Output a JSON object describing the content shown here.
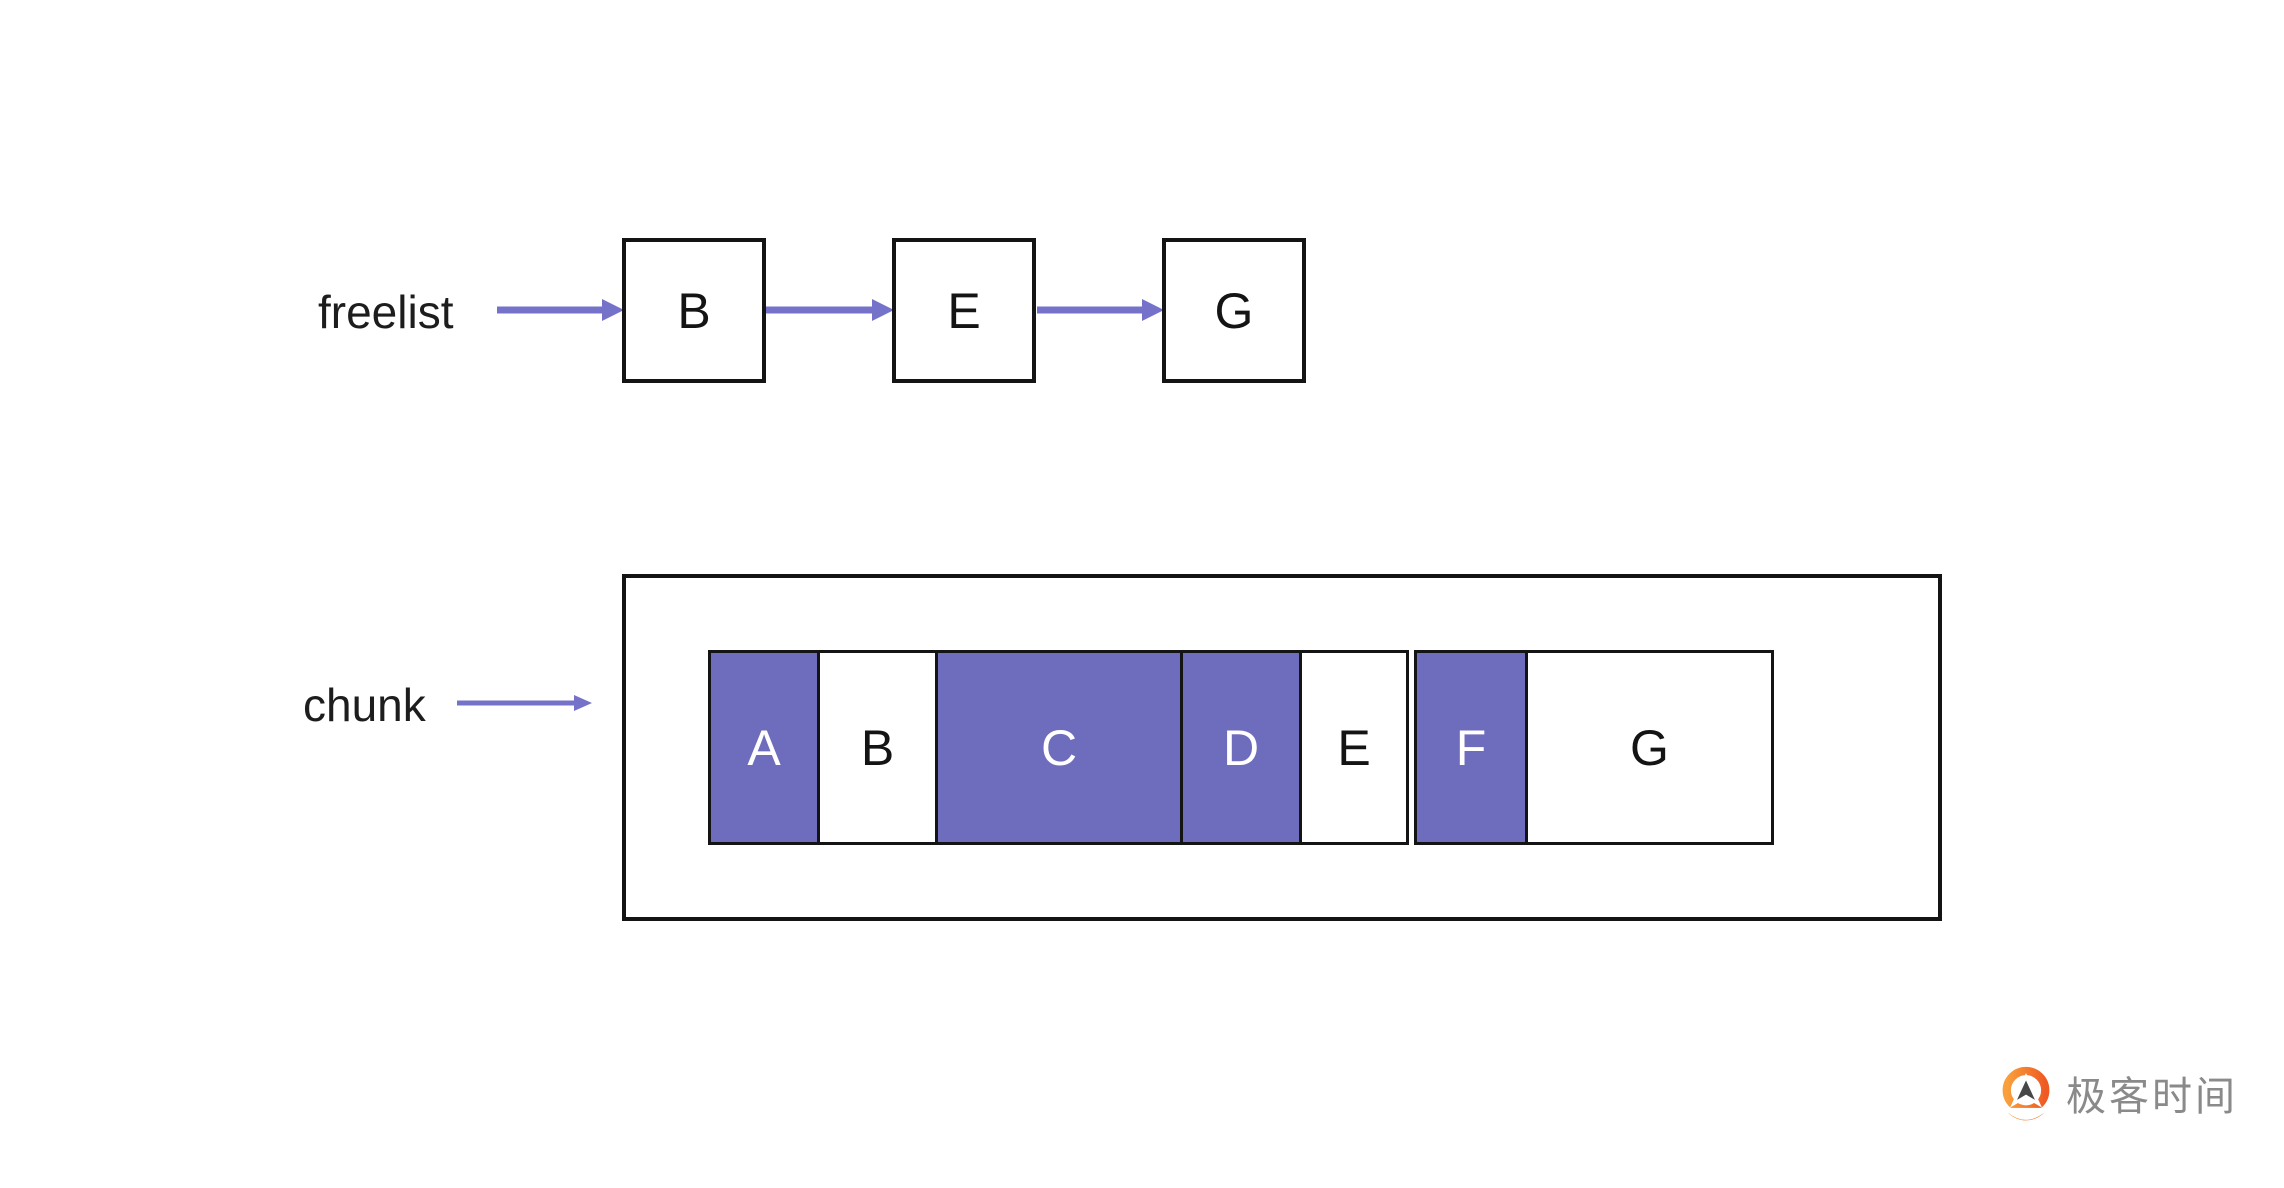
{
  "diagram": {
    "topic": "memory allocator freelist and chunk layout"
  },
  "freelist": {
    "label": "freelist",
    "nodes": [
      "B",
      "E",
      "G"
    ]
  },
  "chunk": {
    "label": "chunk",
    "blocks": [
      {
        "letter": "A",
        "state": "allocated"
      },
      {
        "letter": "B",
        "state": "free"
      },
      {
        "letter": "C",
        "state": "allocated"
      },
      {
        "letter": "D",
        "state": "allocated"
      },
      {
        "letter": "E",
        "state": "free"
      },
      {
        "letter": "F",
        "state": "allocated"
      },
      {
        "letter": "G",
        "state": "free"
      }
    ]
  },
  "logo": {
    "text": "极客时间"
  },
  "colors": {
    "allocated_fill": "#6E6CBC",
    "arrow": "#7573C9",
    "outline": "#141414",
    "logo_orange_start": "#F9A03C",
    "logo_orange_end": "#EF5A22",
    "logo_text_gray": "#8A8A8A"
  }
}
